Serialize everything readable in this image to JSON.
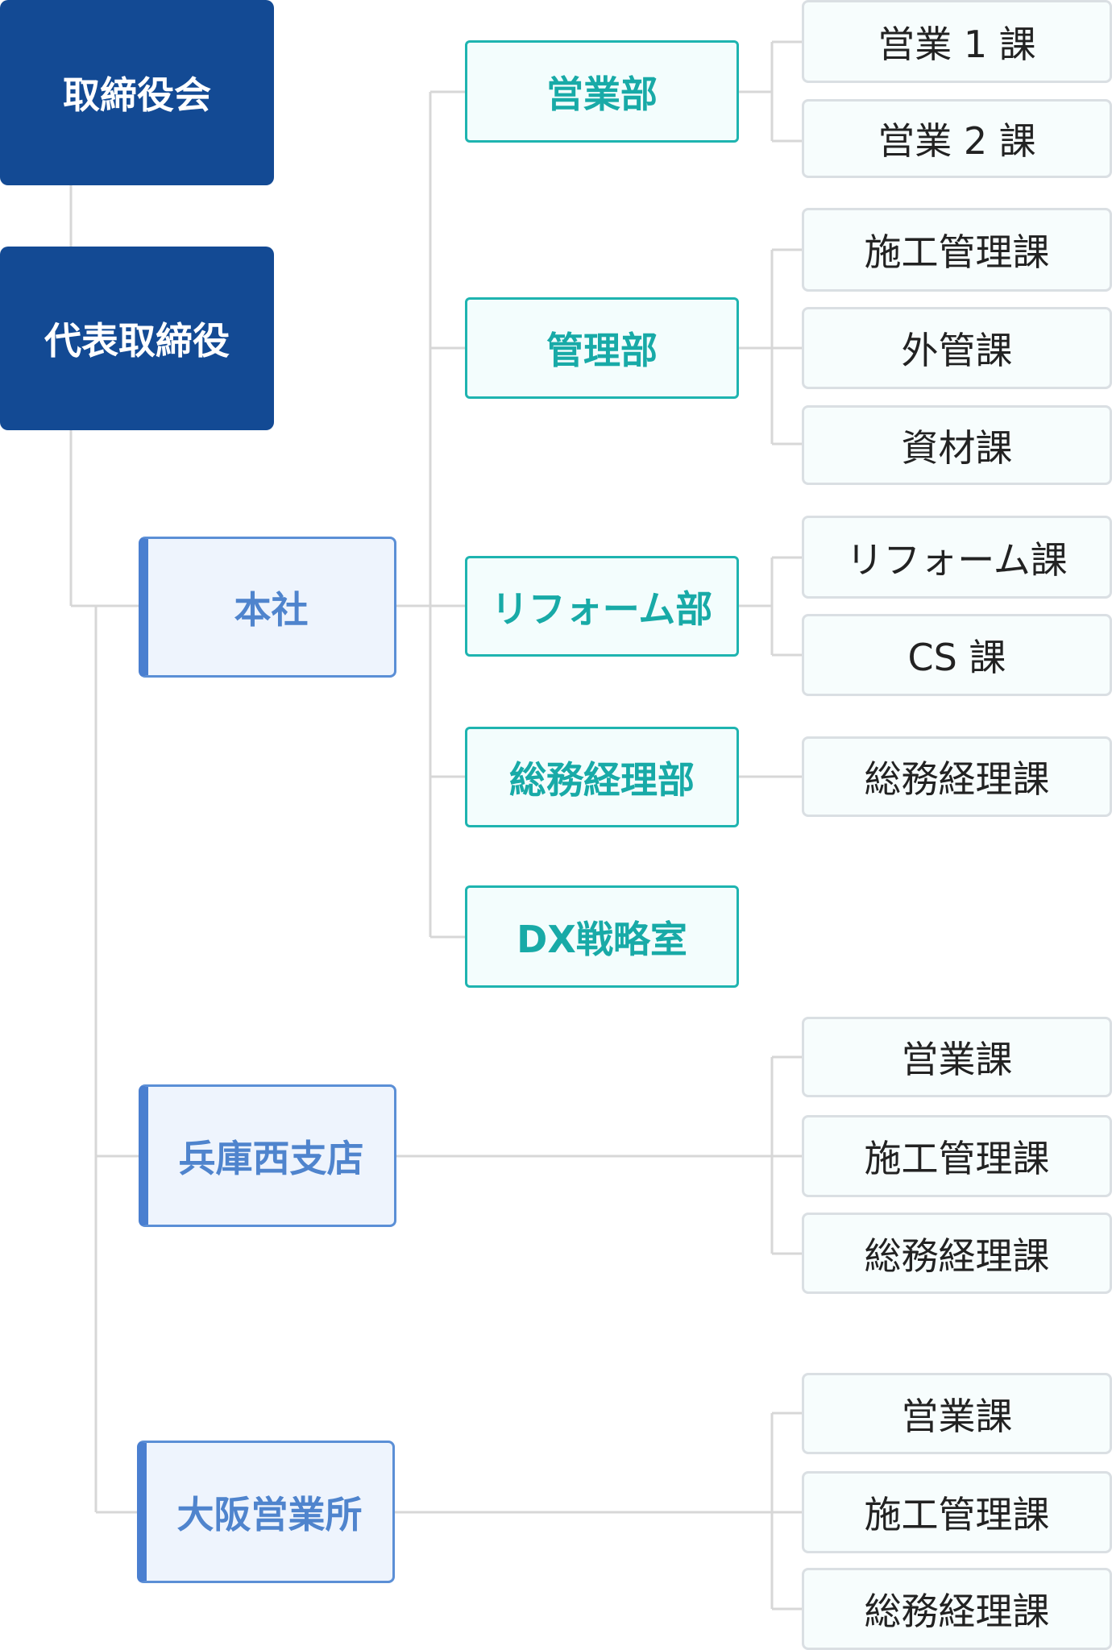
{
  "board": {
    "label": "取締役会"
  },
  "president": {
    "label": "代表取締役"
  },
  "head_office": {
    "label": "本社",
    "departments": [
      {
        "label": "営業部",
        "sections": [
          "営業 1 課",
          "営業 2 課"
        ]
      },
      {
        "label": "管理部",
        "sections": [
          "施工管理課",
          "外管課",
          "資材課"
        ]
      },
      {
        "label": "リフォーム部",
        "sections": [
          "リフォーム課",
          "CS 課"
        ]
      },
      {
        "label": "総務経理部",
        "sections": [
          "総務経理課"
        ]
      },
      {
        "label": "DX戦略室",
        "sections": []
      }
    ]
  },
  "hyogo_west_branch": {
    "label": "兵庫西支店",
    "sections": [
      "営業課",
      "施工管理課",
      "総務経理課"
    ]
  },
  "osaka_office": {
    "label": "大阪営業所",
    "sections": [
      "営業課",
      "施工管理課",
      "総務経理課"
    ]
  },
  "colors": {
    "executive": "#134a94",
    "branch": "#4f84cd",
    "department": "#18aaa7",
    "section_border": "#dadfe3",
    "connector": "#d7d7d7"
  }
}
